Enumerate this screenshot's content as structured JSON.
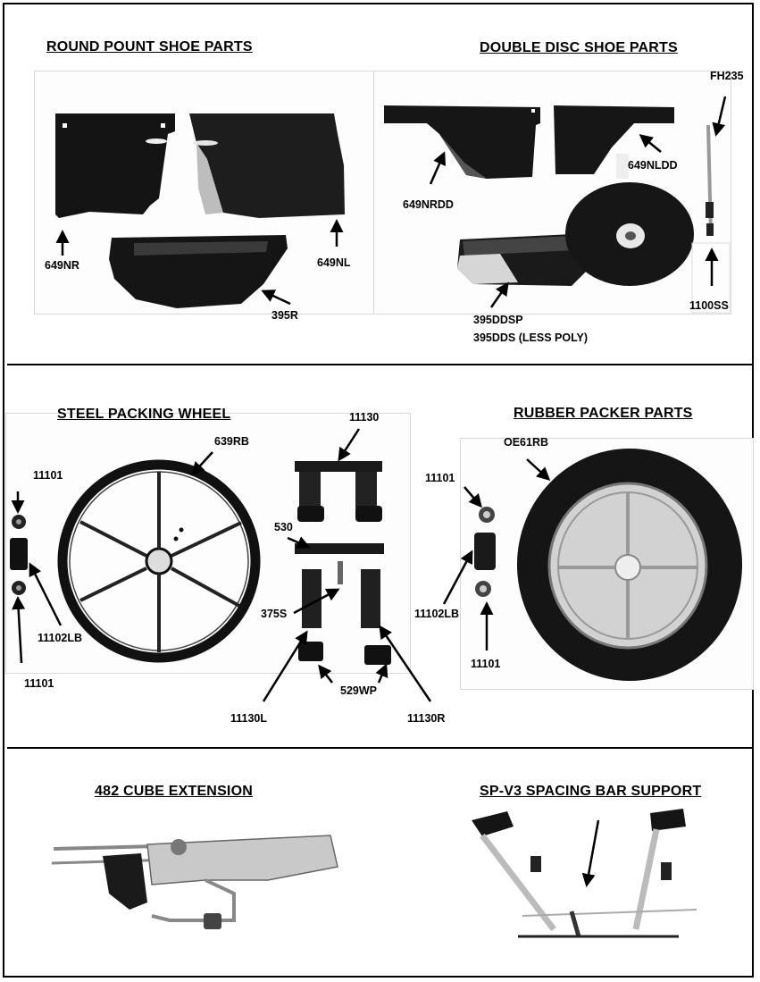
{
  "sections": {
    "round_point_title": "ROUND POUNT SHOE PARTS",
    "double_disc_title": "DOUBLE DISC SHOE PARTS",
    "steel_wheel_title": "STEEL PACKING WHEEL",
    "rubber_packer_title": "RUBBER PACKER PARTS",
    "cube_extension_title": "482 CUBE EXTENSION",
    "spacing_bar_title": "SP-V3 SPACING BAR SUPPORT"
  },
  "labels": {
    "p649NR": "649NR",
    "p649NL": "649NL",
    "p395R": "395R",
    "p649NRDD": "649NRDD",
    "p649NLDD": "649NLDD",
    "pFH235": "FH235",
    "p1100SS": "1100SS",
    "p395DDSP": "395DDSP",
    "p395DDS": "395DDS (LESS POLY)",
    "p639RB": "639RB",
    "p11101_a": "11101",
    "p11102LB_a": "11102LB",
    "p11101_b": "11101",
    "p11130": "11130",
    "p530": "530",
    "p375S": "375S",
    "p529WP": "529WP",
    "p11130L": "11130L",
    "p11130R": "11130R",
    "pOE61RB": "OE61RB",
    "p11101_c": "11101",
    "p11102LB_b": "11102LB",
    "p11101_d": "11101"
  }
}
